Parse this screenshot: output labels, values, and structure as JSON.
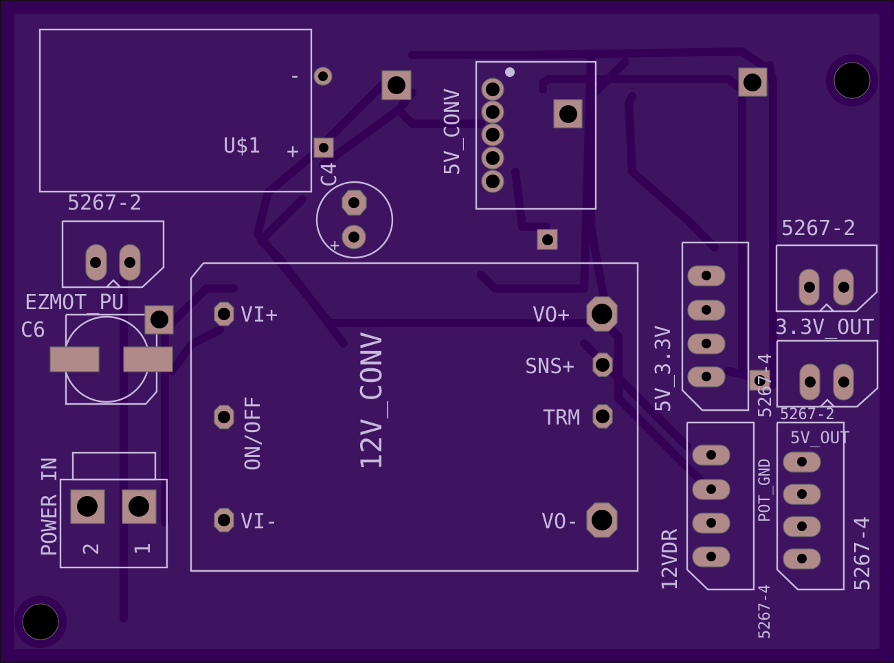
{
  "board": {
    "colors": {
      "substrate": "#330055",
      "copper_pour": "#3e1460",
      "silkscreen": "#c8b8dc",
      "pad": "#b08a88",
      "drill": "#000000"
    }
  },
  "labels": {
    "u1": "U$1",
    "u1_minus": "-",
    "u1_plus": "+",
    "c4": "C4",
    "c_plus": "+",
    "conn_5267_2_left": "5267-2",
    "ezmot_pu": "EZMOT_PU",
    "c6": "C6",
    "power_in": "POWER_IN",
    "power_pin2": "2",
    "power_pin1": "1",
    "conv5v": "5V_CONV",
    "conv12v": "12V_CONV",
    "vi_plus": "VI+",
    "on_off": "ON/OFF",
    "vi_minus": "VI-",
    "vo_plus": "VO+",
    "sns_plus": "SNS+",
    "trm": "TRM",
    "vo_minus": "VO-",
    "conn_5267_2_right": "5267-2",
    "conn_5267_2_right2": "5267-2",
    "out_3v3": "3.3V_OUT",
    "v5_3v3": "5V_3.3V",
    "conn_5267_4_a": "5267-4",
    "v5_out": "5V_OUT",
    "vdr12": "12VDR",
    "pot_gnd": "POT_GND",
    "conn_5267_4_b": "5267-4",
    "conn_5267_4_c": "5267-4"
  }
}
